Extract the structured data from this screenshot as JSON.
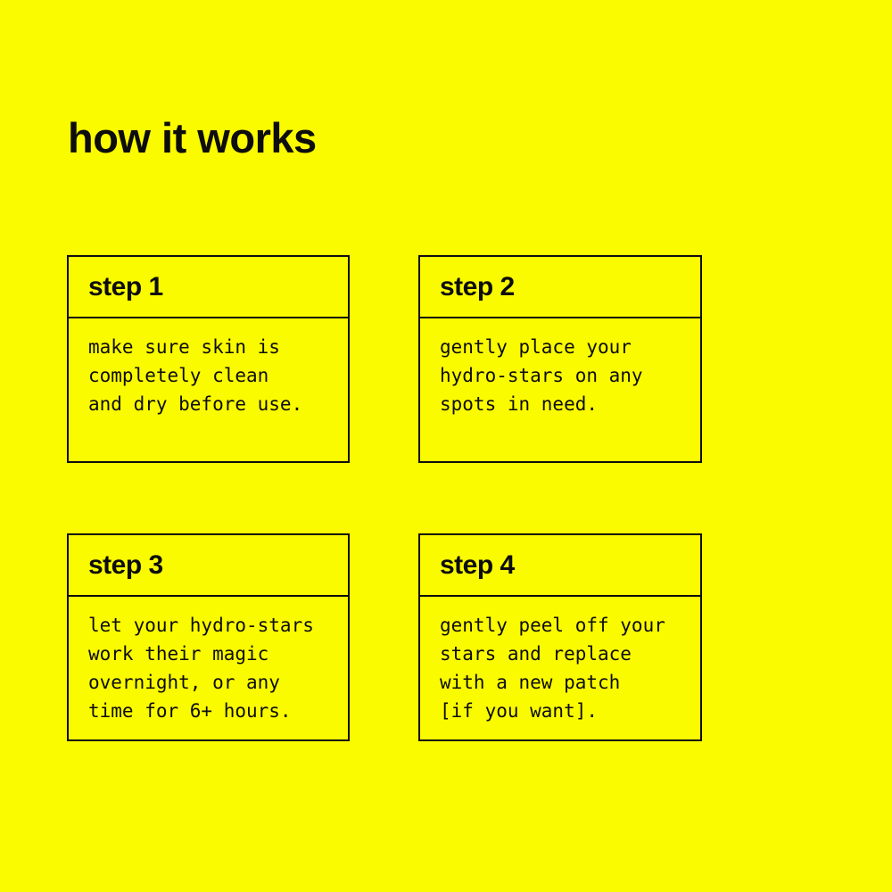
{
  "theme": {
    "background_color": "#FBFB00",
    "text_color": "#0d0d0d",
    "border_color": "#0d0d0d"
  },
  "page": {
    "title": "how it works"
  },
  "steps": [
    {
      "label": "step 1",
      "body": "make sure skin is\ncompletely clean\nand dry before use."
    },
    {
      "label": "step 2",
      "body": "gently place your\nhydro-stars on any\nspots in need."
    },
    {
      "label": "step 3",
      "body": "let your hydro-stars\nwork their magic\novernight, or any\ntime for 6+ hours."
    },
    {
      "label": "step 4",
      "body": "gently peel off your\nstars and replace\nwith a new patch\n[if you want]."
    }
  ]
}
